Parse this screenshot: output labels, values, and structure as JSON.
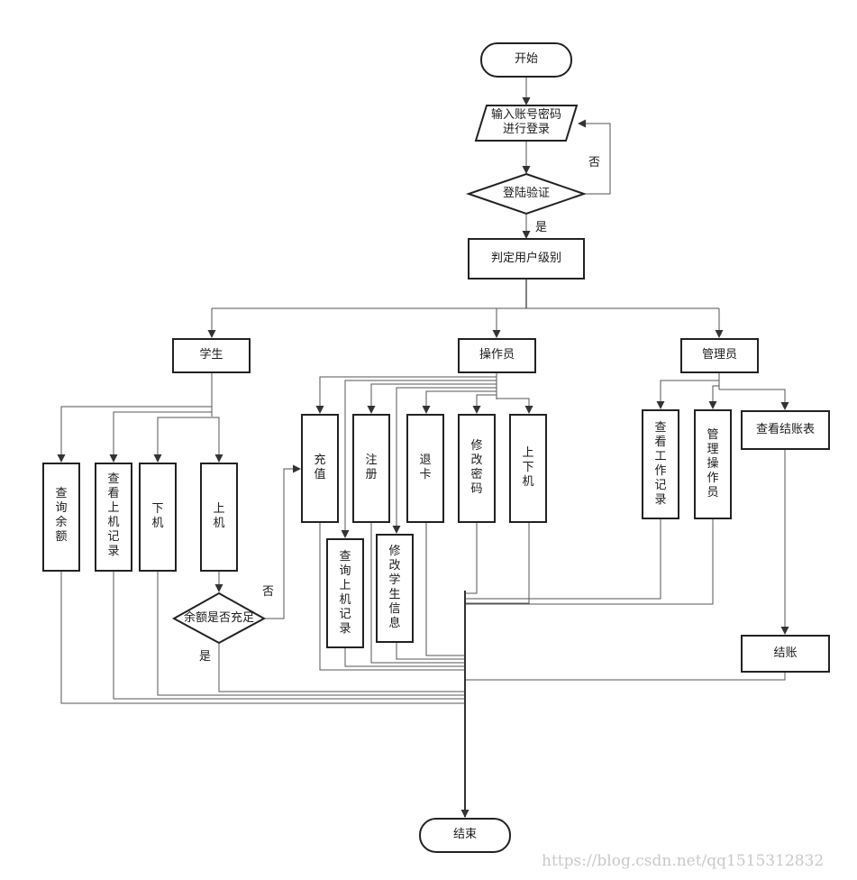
{
  "nodes": {
    "start": "开始",
    "input_line1": "输入账号密码",
    "input_line2": "进行登录",
    "verify": "登陆验证",
    "judge": "判定用户级别",
    "student": "学生",
    "operator": "操作员",
    "admin": "管理员",
    "stu_balance": "查询余额",
    "stu_records": "查看上机记录",
    "stu_offline": "下机",
    "stu_online": "上机",
    "balance_check": "余额是否充足",
    "op_recharge": "充值",
    "op_register": "注册",
    "op_refund": "退卡",
    "op_password": "修改密码",
    "op_onoff": "上下机",
    "op_query": "查询上机记录",
    "op_modify": "修改学生信息",
    "ad_work": "查看工作记录",
    "ad_manage": "管理操作员",
    "ad_report": "查看结账表",
    "ad_checkout": "结账",
    "end": "结束"
  },
  "edge_labels": {
    "verify_no": "否",
    "verify_yes": "是",
    "balance_no": "否",
    "balance_yes": "是"
  },
  "watermark": "https://blog.csdn.net/qq1515312832",
  "colors": {
    "stroke": "#222222",
    "line": "#555555",
    "fill": "#ffffff"
  }
}
